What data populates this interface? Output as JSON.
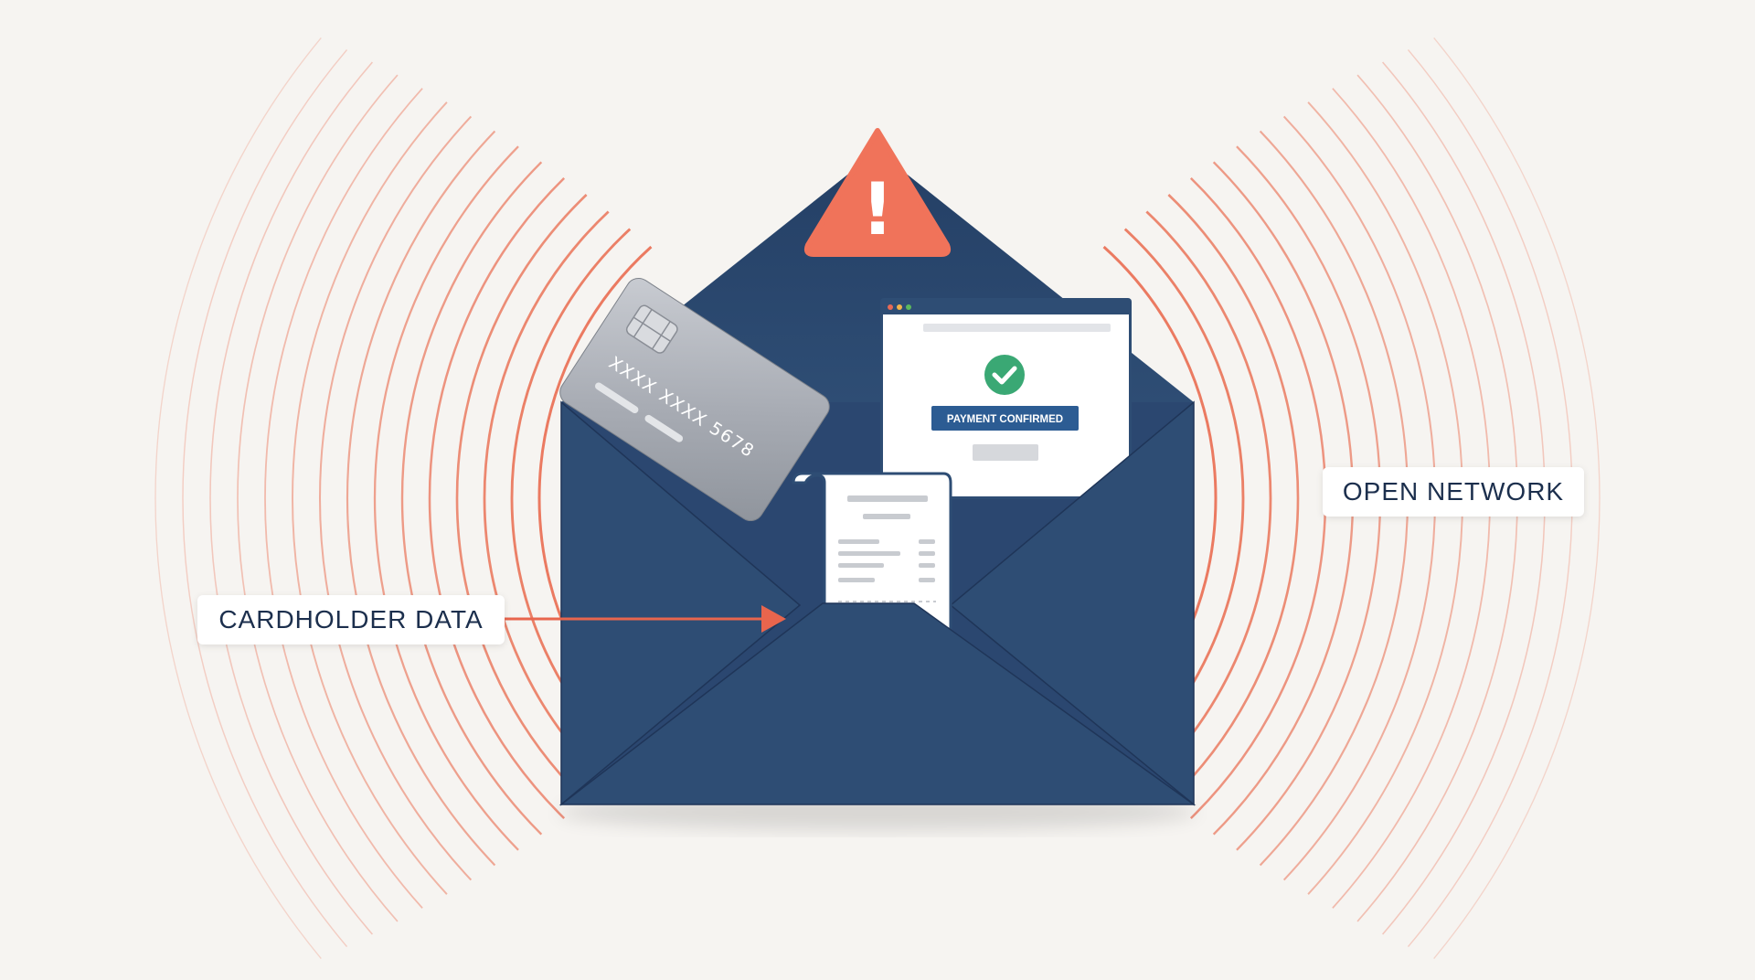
{
  "labels": {
    "cardholder_data": "CARDHOLDER DATA",
    "open_network": "OPEN NETWORK"
  },
  "card": {
    "number": "XXXX XXXX 5678"
  },
  "browser_window": {
    "button_label": "PAYMENT CONFIRMED"
  },
  "receipt": {
    "currency_symbol": "$"
  },
  "warning": {
    "symbol": "!"
  },
  "icons": [
    "warning-triangle-icon",
    "check-circle-icon",
    "chip-icon",
    "arrow-icon"
  ],
  "colors": {
    "background": "#f6f4f1",
    "envelope": "#2e4d74",
    "envelope_dark": "#1f3558",
    "signal_arcs": "#ea7358",
    "warning": "#f0735a",
    "success": "#3aa874",
    "button": "#2c5c93",
    "label_text": "#1c2f4d"
  }
}
